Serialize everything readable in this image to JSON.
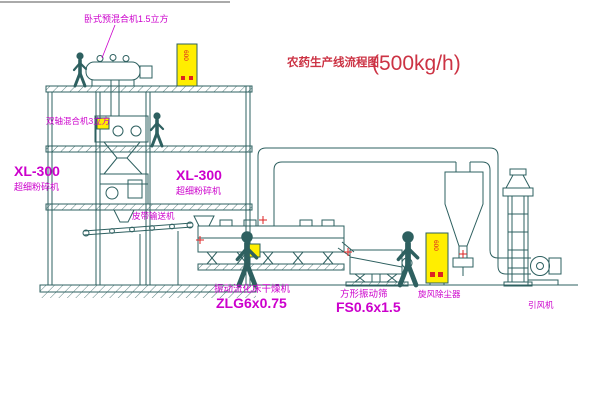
{
  "diagram": {
    "title": "农药生产线流程图",
    "capacity": "(500kg/h)"
  },
  "equipment_labels": {
    "premixer": "卧式预混合机1.5立方",
    "twin_shaft_mixer": "双轴混合机3立方",
    "mill_left": {
      "model": "XL-300",
      "name": "超细粉碎机"
    },
    "mill_center": {
      "model": "XL-300",
      "name": "超细粉碎机"
    },
    "belt_conveyor": "皮带输送机",
    "fluid_bed_dryer": {
      "name": "振动流化床干燥机",
      "model": "ZLG6x0.75"
    },
    "vibrating_screen": {
      "name": "方形振动筛",
      "model": "FS0.6x1.5"
    },
    "dust_collector": "旋风除尘器",
    "induced_draft_fan": "引风机"
  },
  "control_panels": [
    {
      "text": "600"
    },
    {
      "text": "600"
    }
  ],
  "colors": {
    "line": "#2e6060",
    "label": "#cc00cc",
    "title": "#cc3344",
    "panel": "#ffee00",
    "marker": "#dd2222"
  }
}
